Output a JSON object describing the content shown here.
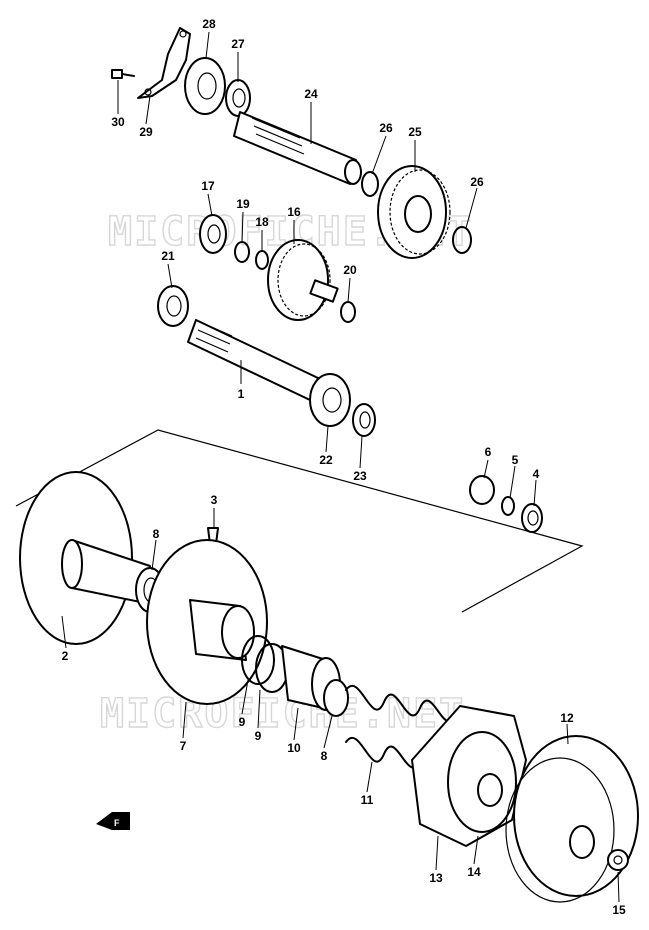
{
  "watermark": "MICROFICHE.NET",
  "parts": [
    {
      "id": "p1",
      "label": "1"
    },
    {
      "id": "p2",
      "label": "2"
    },
    {
      "id": "p3",
      "label": "3"
    },
    {
      "id": "p4",
      "label": "4"
    },
    {
      "id": "p5",
      "label": "5"
    },
    {
      "id": "p6",
      "label": "6"
    },
    {
      "id": "p7",
      "label": "7"
    },
    {
      "id": "p8a",
      "label": "8"
    },
    {
      "id": "p8b",
      "label": "8"
    },
    {
      "id": "p9a",
      "label": "9"
    },
    {
      "id": "p9b",
      "label": "9"
    },
    {
      "id": "p10",
      "label": "10"
    },
    {
      "id": "p11",
      "label": "11"
    },
    {
      "id": "p12",
      "label": "12"
    },
    {
      "id": "p13",
      "label": "13"
    },
    {
      "id": "p14",
      "label": "14"
    },
    {
      "id": "p15",
      "label": "15"
    },
    {
      "id": "p16",
      "label": "16"
    },
    {
      "id": "p17",
      "label": "17"
    },
    {
      "id": "p18",
      "label": "18"
    },
    {
      "id": "p19",
      "label": "19"
    },
    {
      "id": "p20",
      "label": "20"
    },
    {
      "id": "p21",
      "label": "21"
    },
    {
      "id": "p22",
      "label": "22"
    },
    {
      "id": "p23",
      "label": "23"
    },
    {
      "id": "p24",
      "label": "24"
    },
    {
      "id": "p25",
      "label": "25"
    },
    {
      "id": "p26a",
      "label": "26"
    },
    {
      "id": "p26b",
      "label": "26"
    },
    {
      "id": "p27",
      "label": "27"
    },
    {
      "id": "p28",
      "label": "28"
    },
    {
      "id": "p29",
      "label": "29"
    },
    {
      "id": "p30",
      "label": "30"
    }
  ],
  "front_marker": "F"
}
